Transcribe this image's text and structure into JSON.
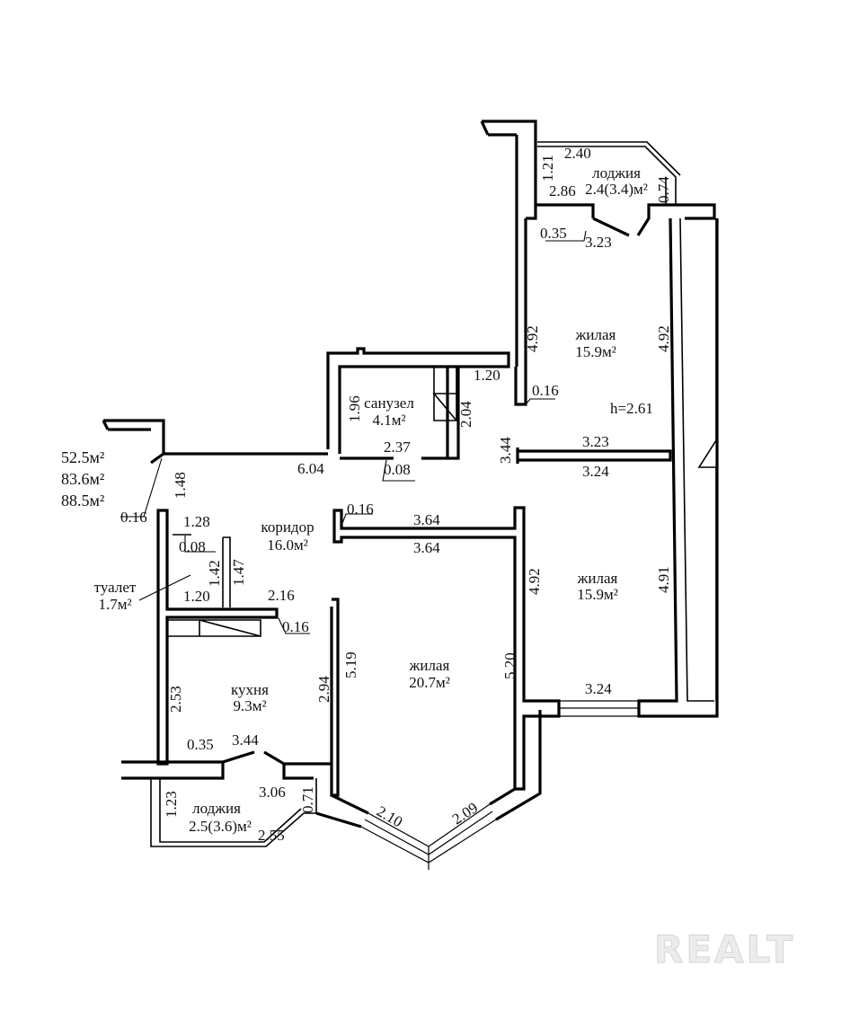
{
  "plan": {
    "ceiling_height": "h=2.61",
    "totals": [
      "52.5м²",
      "83.6м²",
      "88.5м²"
    ],
    "watermark": "REALT",
    "rooms": {
      "loggia_top": {
        "name": "лоджия",
        "area": "2.4(3.4)м²"
      },
      "living_top": {
        "name": "жилая",
        "area": "15.9м²"
      },
      "bathroom": {
        "name": "санузел",
        "area": "4.1м²"
      },
      "corridor": {
        "name": "коридор",
        "area": "16.0м²"
      },
      "toilet": {
        "name": "туалет",
        "area": "1.7м²"
      },
      "living_mid": {
        "name": "жилая",
        "area": "15.9м²"
      },
      "kitchen": {
        "name": "кухня",
        "area": "9.3м²"
      },
      "living_big": {
        "name": "жилая",
        "area": "20.7м²"
      },
      "loggia_bottom": {
        "name": "лоджия",
        "area": "2.5(3.6)м²"
      }
    },
    "dims": {
      "lt_240": "2.40",
      "lt_121": "1.21",
      "lt_286": "2.86",
      "lt_074": "0.74",
      "lt_035": "0.35",
      "lt_323": "3.23",
      "lv_492_l": "4.92",
      "lv_492_r": "4.92",
      "lv_016": "0.16",
      "bath_120": "1.20",
      "bath_196": "1.96",
      "bath_204": "2.04",
      "bath_237": "2.37",
      "bath_008": "0.08",
      "cor_604": "6.04",
      "cor_148": "1.48",
      "cor_344": "3.44",
      "cor_016a": "0.16",
      "cor_016b": "0.16",
      "w_323": "3.23",
      "w_324": "3.24",
      "t_128": "1.28",
      "t_008": "0.08",
      "t_142": "1.42",
      "t_147": "1.47",
      "t_120": "1.20",
      "t_216": "2.16",
      "t_016": "0.16",
      "w_364a": "3.64",
      "w_364b": "3.64",
      "lm_492": "4.92",
      "lm_491": "4.91",
      "lm_324": "3.24",
      "k_253": "2.53",
      "k_294": "2.94",
      "k_035": "0.35",
      "k_344": "3.44",
      "lb_519": "5.19",
      "lb_520": "5.20",
      "lb_210": "2.10",
      "lb_209": "2.09",
      "lg_123": "1.23",
      "lg_306": "3.06",
      "lg_071": "0.71",
      "lg_255": "2.55"
    }
  }
}
